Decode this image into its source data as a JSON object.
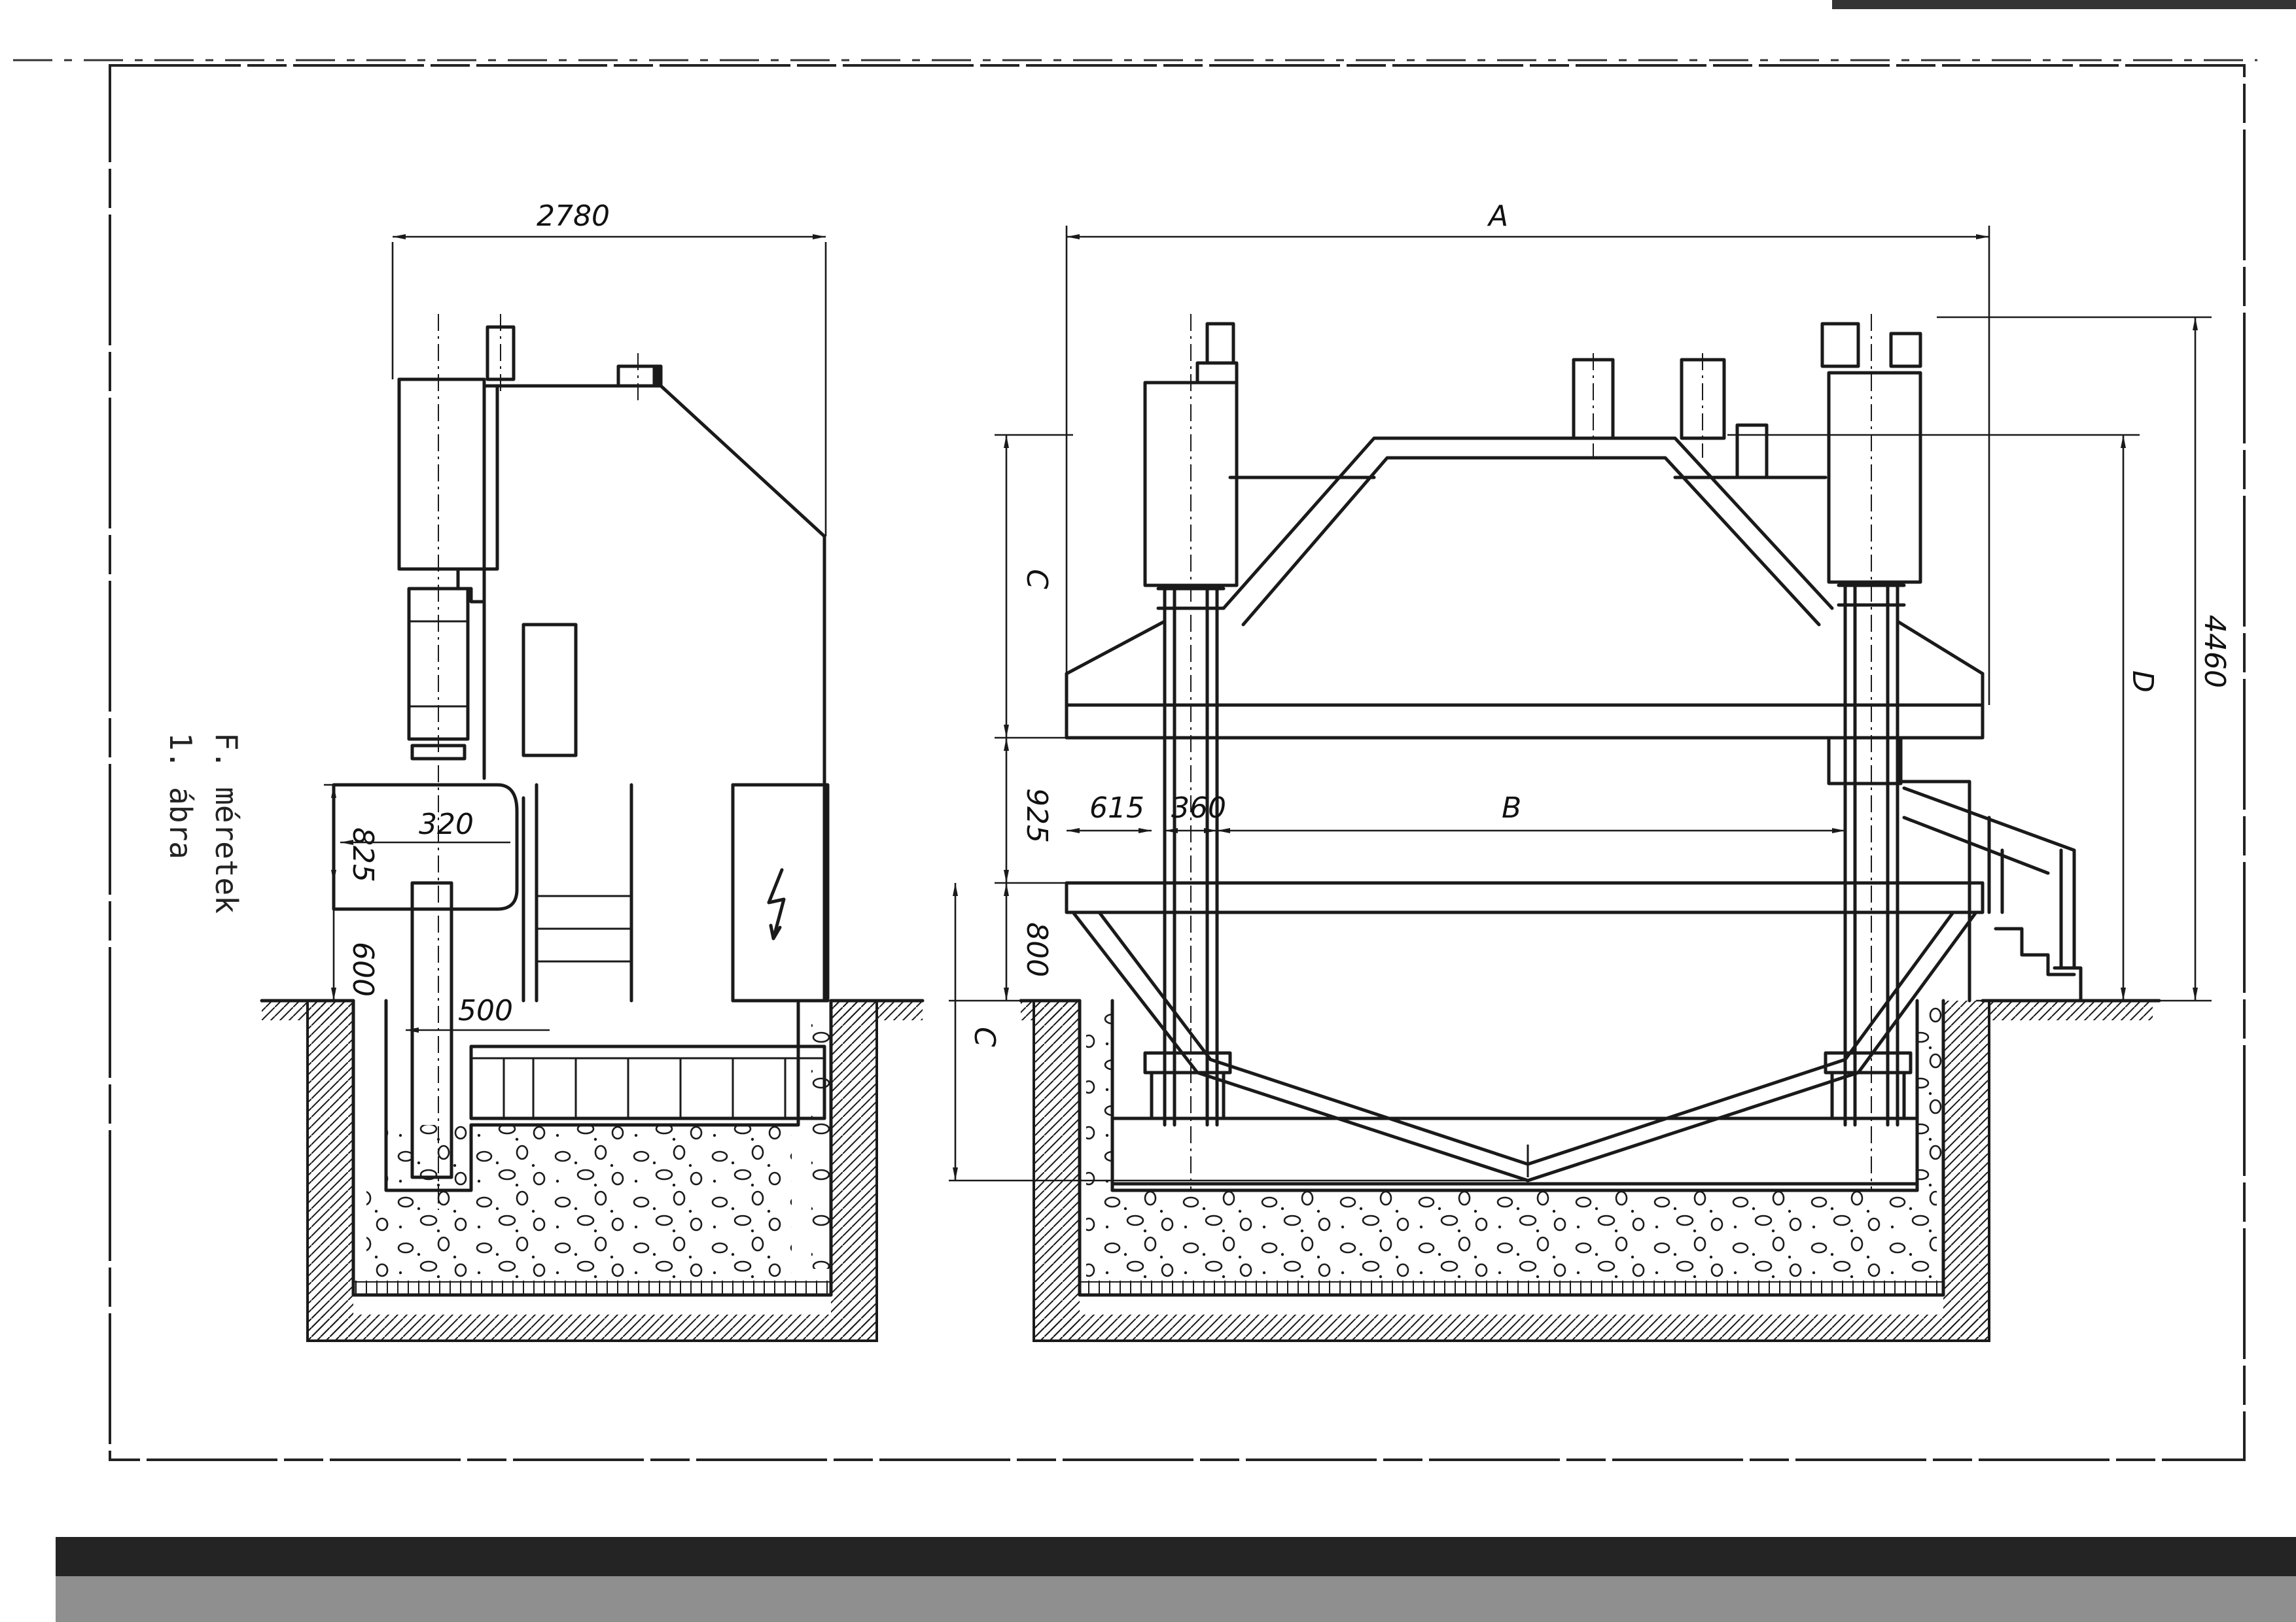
{
  "caption": {
    "line1": "F. méretek",
    "line2": "1. ábra"
  },
  "dimensions": {
    "side_width": "2780",
    "front_width": "A",
    "upper_c": "C",
    "lower_c": "C",
    "pit_depth": "D",
    "total_height": "4460",
    "left_925": "925",
    "left_800": "800",
    "side_825": "825",
    "side_600": "600",
    "side_320": "320",
    "side_500": "500",
    "offset_615": "615",
    "offset_360": "360",
    "inner_b": "B"
  }
}
